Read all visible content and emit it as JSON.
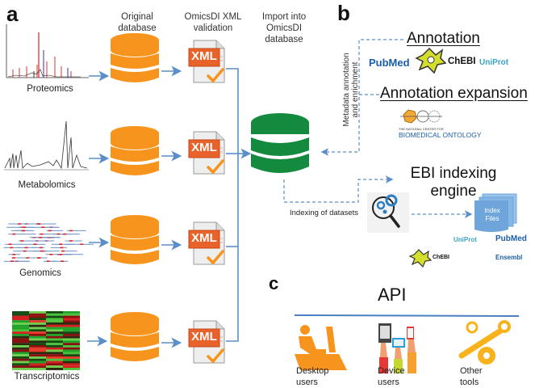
{
  "panels": {
    "a": "a",
    "b": "b",
    "c": "c"
  },
  "headers": {
    "original_database": "Original database",
    "xml_validation": "OmicsDI XML validation",
    "import": "Import into OmicsDI database"
  },
  "omics": [
    {
      "label": "Proteomics",
      "icon": "mass-spectrum-plot"
    },
    {
      "label": "Metabolomics",
      "icon": "nmr-spectrum-plot"
    },
    {
      "label": "Genomics",
      "icon": "sequence-reads-plot"
    },
    {
      "label": "Transcriptomics",
      "icon": "expression-heatmap"
    }
  ],
  "xml_badge": "XML",
  "annotation": {
    "vertical_label": "Metadata annotation and enrichment",
    "title": "Annotation",
    "logos": [
      "PubMed",
      "ChEBI",
      "UniProt"
    ],
    "expansion_title": "Annotation expansion",
    "ncbo_small": "THE NATIONAL CENTER FOR",
    "ncbo_big": "BIOMEDICAL ONTOLOGY"
  },
  "indexing": {
    "label": "Indexing of datasets",
    "engine_title_line1": "EBI indexing",
    "engine_title_line2": "engine",
    "index_files_line1": "Index",
    "index_files_line2": "Files",
    "logos": [
      "UniProt",
      "PubMed",
      "ChEBI",
      "Ensembl"
    ]
  },
  "api": {
    "title": "API",
    "consumers": [
      {
        "line1": "Desktop",
        "line2": "users",
        "icon": "desktop-user-icon"
      },
      {
        "line1": "Device",
        "line2": "users",
        "icon": "device-users-icon"
      },
      {
        "line1": "Other",
        "line2": "tools",
        "icon": "wrench-gear-icon"
      }
    ]
  },
  "colors": {
    "orange_db": "#f7941d",
    "green_db": "#138a3e",
    "arrow_blue": "#5b8ec9",
    "xml_orange": "#e8622a",
    "index_blue": "#6ea6dc",
    "api_line": "#4a7fc0",
    "icon_orange": "#f7941d",
    "icon_yellow": "#f8b31c"
  }
}
